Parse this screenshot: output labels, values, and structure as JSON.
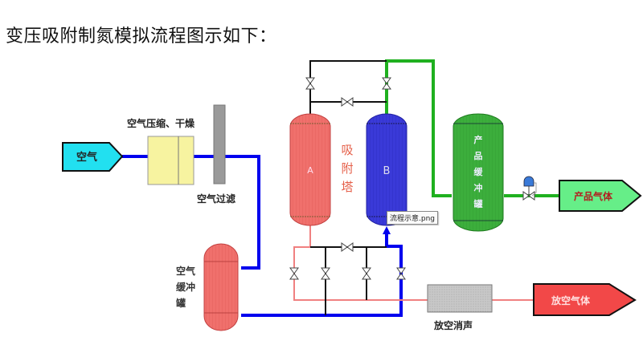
{
  "title": "变压吸附制氮模拟流程图示如下：",
  "labels": {
    "air_inlet": "空气",
    "compressor": "空气压缩、干燥",
    "filter": "空气过滤",
    "air_buffer": [
      "空气",
      "缓冲",
      "罐"
    ],
    "tower_a": "A",
    "tower_b": "B",
    "adsorption_tower": [
      "吸",
      "附",
      "塔"
    ],
    "product_buffer": [
      "产",
      "品",
      "缓",
      "冲",
      "罐"
    ],
    "product_gas": "产品气体",
    "muffler": "放空消声",
    "vent_gas": "放空气体",
    "tooltip": "流程示意.png"
  },
  "colors": {
    "air_line": "#0000ee",
    "product_line": "#1fb01f",
    "vent_line": "#f08080",
    "control_line": "#111111",
    "air_inlet_fill": "#22e0f0",
    "compressor_fill": "#f7f3a0",
    "filter_fill": "#9a9a9a",
    "tower_a_fill": "#f0706c",
    "tower_b_fill": "#3a3ad8",
    "product_buffer_fill": "#3cae3c",
    "product_gas_fill": "#66ee88",
    "muffler_fill": "#c4c4c4",
    "vent_gas_fill": "#f24848",
    "air_buffer_fill": "#f07470",
    "label_red": "#e5604a"
  }
}
